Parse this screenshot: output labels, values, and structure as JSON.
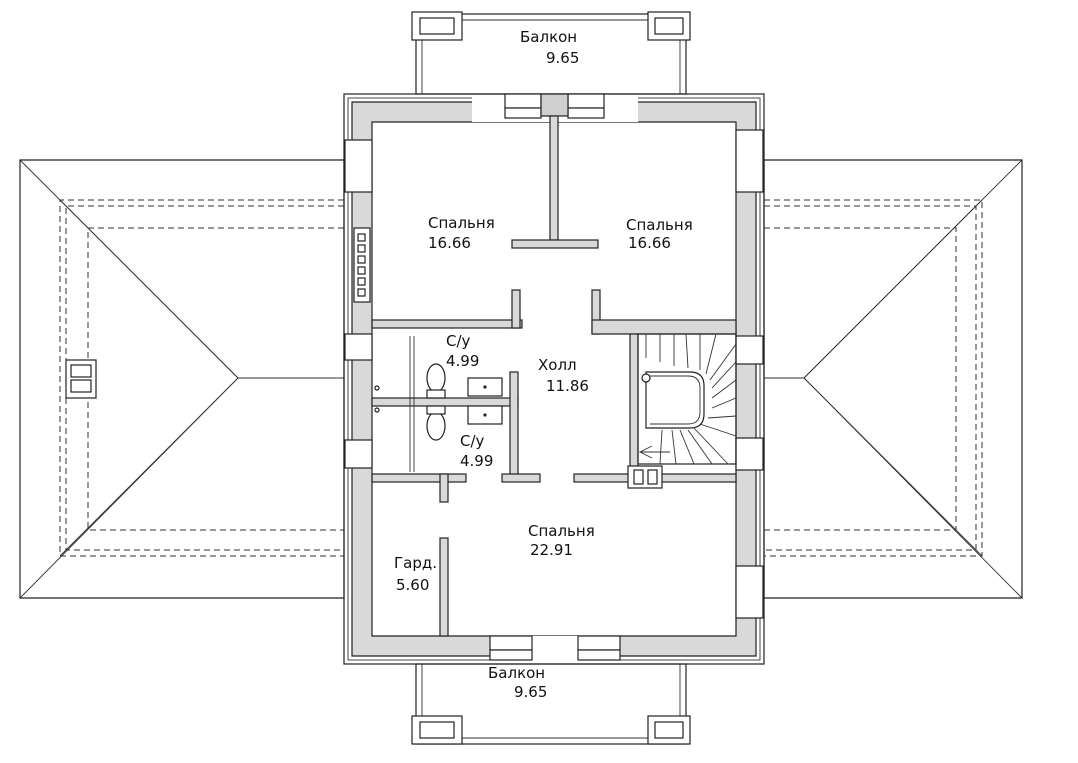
{
  "rooms": {
    "balcony_top": {
      "name": "Балкон",
      "area": "9.65"
    },
    "bedroom_left": {
      "name": "Спальня",
      "area": "16.66"
    },
    "bedroom_right": {
      "name": "Спальня",
      "area": "16.66"
    },
    "bath_top": {
      "name": "С/у",
      "area": "4.99"
    },
    "bath_bottom": {
      "name": "С/у",
      "area": "4.99"
    },
    "hall": {
      "name": "Холл",
      "area": "11.86"
    },
    "bedroom_bottom": {
      "name": "Спальня",
      "area": "22.91"
    },
    "wardrobe": {
      "name": "Гард.",
      "area": "5.60"
    },
    "balcony_bottom": {
      "name": "Балкон",
      "area": "9.65"
    }
  },
  "colors": {
    "wall_fill": "#d9d9d9",
    "line": "#222222",
    "background": "#ffffff"
  }
}
